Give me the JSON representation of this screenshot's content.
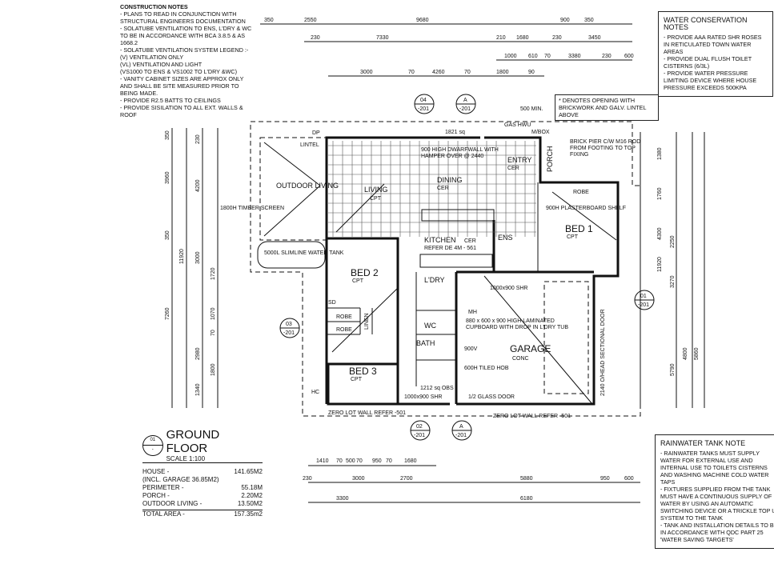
{
  "construction_notes": {
    "title": "CONSTRUCTION NOTES",
    "items": [
      "- PLANS TO READ IN CONJUNCTION WITH STRUCTURAL ENGINEERS DOCUMENTATION",
      "- SOLATUBE VENTILATION TO ENS, L'DRY & WC TO BE IN ACCORDANCE WITH BCA 3.8.5 & AS 1668.2",
      "- SOLATUBE VENTILATION SYSTEM LEGEND :-",
      "(V) VENTILATION ONLY",
      "(VL) VENTILATION AND LIGHT",
      "(VS1000 TO ENS & VS1002 TO L'DRY &WC)",
      "- VANITY CABINET SIZES ARE APPROX ONLY AND SHALL BE SITE MEASURED PRIOR TO BEING MADE.",
      "- PROVIDE R2.5 BATTS TO CEILINGS",
      "- PROVIDE SISILATION TO ALL EXT. WALLS & ROOF"
    ]
  },
  "water_notes": {
    "title": "WATER CONSERVATION NOTES",
    "items": [
      "- PROVIDE AAA RATED SHR ROSES IN RETICULATED TOWN WATER AREAS",
      "- PROVIDE DUAL FLUSH TOILET CISTERNS (6/3L)",
      "- PROVIDE WATER PRESSURE LIMITING DEVICE WHERE HOUSE PRESSURE EXCEEDS 500kpa"
    ]
  },
  "rainwater_notes": {
    "title": "RAINWATER TANK NOTE",
    "items": [
      "- RAINWATER TANKS MUST SUPPLY WATER FOR EXTERNAL USE AND INTERNAL USE TO TOILETS CISTERNS AND WASHING MACHINE COLD WATER TAPS",
      "- FIXTURES SUPPLIED FROM THE TANK MUST HAVE A CONTINUOUS SUPPLY OF WATER BY USING AN AUTOMATIC SWITCHING DEVICE OR A TRICKLE TOP UP SYSTEM TO THE TANK",
      "- TANK AND INSTALLATION DETAILS TO BE IN ACCORDANCE WITH QDC PART 25 'WATER SAVING TARGETS'"
    ]
  },
  "opening_note": "* DENOTES OPENING WITH BRICKWORK AND GALV. LINTEL ABOVE",
  "title_block": {
    "number": "01",
    "sheet": "-",
    "title": "GROUND FLOOR",
    "scale": "SCALE 1:100",
    "areas": [
      {
        "label": "HOUSE -",
        "value": "141.65m2"
      },
      {
        "label": "(incl. GARAGE 36.85m2)",
        "value": ""
      },
      {
        "label": "PERIMETER -",
        "value": "55.18m"
      },
      {
        "label": "PORCH -",
        "value": "2.20m2"
      },
      {
        "label": "OUTDOOR LIVING -",
        "value": "13.50m2"
      }
    ],
    "total": {
      "label": "TOTAL AREA -",
      "value": "157.35m2"
    }
  },
  "rooms": {
    "outdoor": "OUTDOOR LIVING",
    "living": "LIVING",
    "living_f": "CPT",
    "dining": "DINING",
    "dining_f": "CER",
    "entry": "ENTRY",
    "entry_f": "CER",
    "porch": "PORCH",
    "kitchen": "KITCHEN",
    "kitchen_f": "CER",
    "bed1": "BED 1",
    "bed1_f": "CPT",
    "bed2": "BED 2",
    "bed2_f": "CPT",
    "bed3": "BED 3",
    "bed3_f": "CPT",
    "ens": "ENS",
    "ldry": "L'DRY",
    "wc": "WC",
    "bath": "BATH",
    "garage": "GARAGE",
    "garage_f": "CONC",
    "robe1": "ROBE",
    "robe2": "ROBE",
    "robe3": "ROBE",
    "linen": "LINEN",
    "tank": "5000L SLIMLINE WATER TANK"
  },
  "annotations": {
    "dwarf": "900 HIGH DWARFWALL WITH HAMPER OVER @ 2440",
    "gas": "GAS HWU",
    "mbox": "M/BOX",
    "pier": "BRICK PIER C/W M16 ROD FROM FOOTING TO TOP FIXING",
    "shelf": "900H PLASTERBOARD SHELF",
    "fridge": "REFER DE 4M - 561",
    "cupboard": "880 x 600 x 900 HIGH LAMINATED CUPBOARD WITH DROP IN L'DRY TUB",
    "v900": "900V",
    "hob": "600H TILED HOB",
    "shr1": "1000x900 SHR",
    "shr2": "1000x900 SHR",
    "obs": "1212 sq OBS",
    "glass": "1/2 GLASS DOOR",
    "zero1": "ZERO LOT WALL REFER -501",
    "zero2": "ZERO LOT WALL REFER -501",
    "screen": "1800H TIMBER SCREEN",
    "sectional": "2140 O/HEAD SECTIONAL DOOR",
    "mh": "MH",
    "win1821": "1821 sq",
    "mm500": "500 MIN.",
    "dp": "DP",
    "lintel": "LINTEL",
    "sd": "SD",
    "hc": "HC"
  },
  "markers": [
    {
      "id": "04",
      "ref": "-201"
    },
    {
      "id": "A",
      "ref": "-201"
    },
    {
      "id": "01",
      "ref": "-201"
    },
    {
      "id": "03",
      "ref": "-201"
    },
    {
      "id": "02",
      "ref": "-201"
    },
    {
      "id": "A",
      "ref": "-201"
    }
  ],
  "dims": {
    "top1": [
      "350",
      "2550",
      "9680",
      "900",
      "350"
    ],
    "top2": [
      "230",
      "7330",
      "210",
      "1680",
      "230",
      "3450"
    ],
    "top3": [
      "1000",
      "610",
      "70",
      "3380",
      "230",
      "600"
    ],
    "top4": [
      "3000",
      "70",
      "4260",
      "70",
      "1800",
      "90"
    ],
    "left1": [
      "350",
      "3960",
      "350",
      "7260"
    ],
    "left2": [
      "11920"
    ],
    "left3": [
      "230",
      "4200",
      "3000",
      "2980",
      "1340"
    ],
    "left4": [
      "1720",
      "1070",
      "1800",
      "70"
    ],
    "right1": [
      "1380",
      "1760",
      "4300",
      "11920"
    ],
    "right2": [
      "2250",
      "3270",
      "5790",
      "4800",
      "5860"
    ],
    "bot1": [
      "1410",
      "70",
      "500",
      "70",
      "950",
      "70",
      "1680"
    ],
    "bot2": [
      "230",
      "3000",
      "2700",
      "5880",
      "950",
      "600"
    ],
    "bot3": [
      "3300",
      "6180"
    ]
  }
}
